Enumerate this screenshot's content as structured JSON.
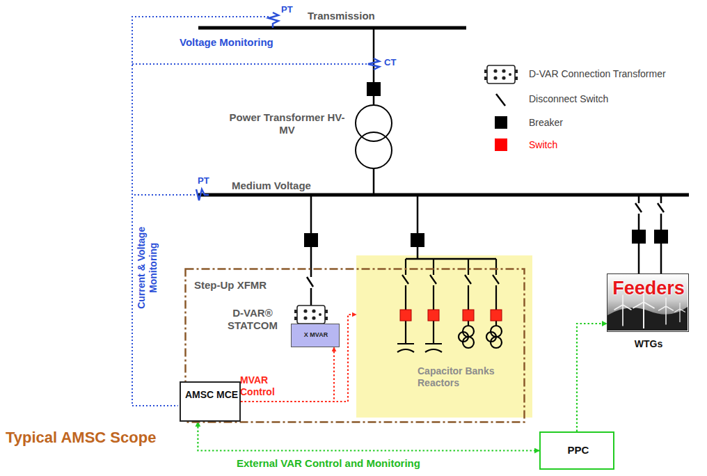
{
  "diagram": {
    "nodes": [
      {
        "text": [
          "Step-Up XFMR",
          "D-VAR® STATCOM"
        ]
      },
      {
        "text": [
          "X MVAR"
        ],
        "in": 0
      },
      {
        "text": [
          "AMSC MCE"
        ],
        "in": 0
      },
      {
        "text": [
          "Capacitor Banks Reactors"
        ]
      },
      {
        "text": [
          "Feeders",
          "WTGs"
        ]
      },
      {
        "text": [
          "PPC"
        ]
      }
    ],
    "edges": [
      {
        "from": 2,
        "to": 1,
        "arrow": "to",
        "label": "MVAR Control"
      },
      {
        "from": 2,
        "to": 3,
        "arrow": "to"
      },
      {
        "from": 5,
        "to": 2,
        "arrow": "both",
        "label": "External VAR Control and Monitoring"
      },
      {
        "from": 5,
        "to": 4,
        "arrow": "to"
      }
    ],
    "labels": [
      "Transmission",
      "PT",
      "Voltage Monitoring",
      "CT",
      "Power Transformer HV-MV",
      "PT",
      "Medium Voltage",
      "Current & Voltage Monitoring",
      "Typical AMSC Scope"
    ],
    "legend": [
      {
        "text": "D-VAR Connection Transformer"
      },
      {
        "text": "Disconnect Switch"
      },
      {
        "text": "Breaker",
        "color": "#000000"
      },
      {
        "text": "Switch",
        "color": "#ff0000"
      }
    ]
  }
}
